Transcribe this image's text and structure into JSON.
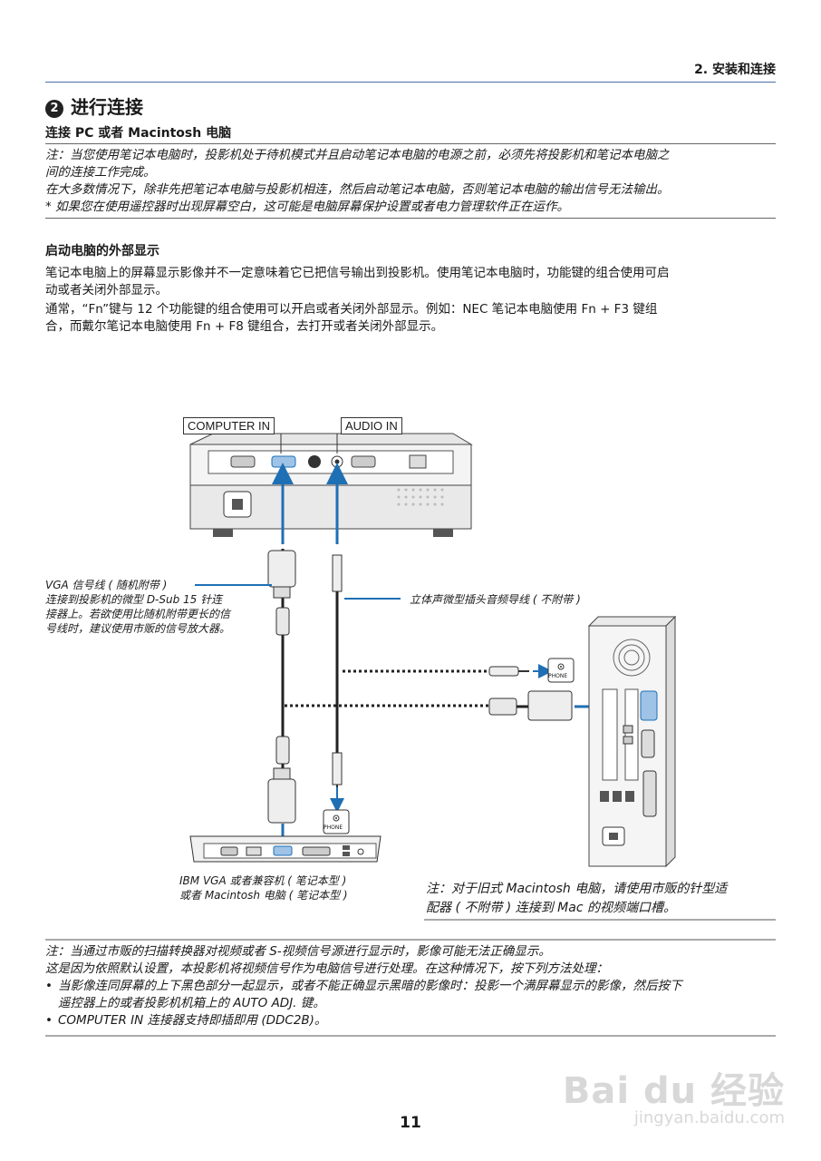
{
  "header": {
    "section": "2. 安装和连接"
  },
  "title": {
    "number": "2",
    "text": "进行连接"
  },
  "subtitle": "连接 PC 或者 Macintosh 电脑",
  "note1": [
    "注：当您使用笔记本电脑时，投影机处于待机模式并且启动笔记本电脑的电源之前，必须先将投影机和笔记本电脑之",
    "间的连接工作完成。",
    "在大多数情况下，除非先把笔记本电脑与投影机相连，然后启动笔记本电脑，否则笔记本电脑的输出信号无法输出。",
    "*  如果您在使用遥控器时出现屏幕空白，这可能是电脑屏幕保护设置或者电力管理软件正在运作。"
  ],
  "ext_display": {
    "heading": "启动电脑的外部显示",
    "para1": [
      "笔记本电脑上的屏幕显示影像并不一定意味着它已把信号输出到投影机。使用笔记本电脑时，功能键的组合使用可启",
      "动或者关闭外部显示。"
    ],
    "para2": [
      "通常，“Fn”键与 12 个功能键的组合使用可以开启或者关闭外部显示。例如：NEC 笔记本电脑使用 Fn + F3 键组",
      "合，而戴尔笔记本电脑使用 Fn + F8 键组合，去打开或者关闭外部显示。"
    ]
  },
  "diagram": {
    "computer_in": "COMPUTER IN",
    "audio_in": "AUDIO IN",
    "vga_label": [
      "VGA 信号线 ( 随机附带 )",
      "连接到投影机的微型 D-Sub 15 针连",
      "接器上。若欲使用比随机附带更长的信",
      "号线时，建议使用市贩的信号放大器。"
    ],
    "audio_label": "立体声微型插头音频导线 ( 不附带 )",
    "phone_label": "PHONE",
    "laptop_label": [
      "IBM VGA 或者兼容机 ( 笔记本型 )",
      "或者 Macintosh 电脑 ( 笔记本型 )"
    ],
    "mac_note": [
      "注：对于旧式 Macintosh 电脑，请使用市贩的针型适",
      "配器 ( 不附带 ) 连接到 Mac 的视频端口槽。"
    ]
  },
  "note2": [
    "注：当通过市贩的扫描转换器对视频或者 S-视频信号源进行显示时，影像可能无法正确显示。",
    "这是因为依照默认设置，本投影机将视频信号作为电脑信号进行处理。在这种情况下，按下列方法处理："
  ],
  "bullets": [
    [
      "当影像连同屏幕的上下黑色部分一起显示，或者不能正确显示黑暗的影像时：投影一个满屏幕显示的影像，然后按下",
      "遥控器上的或者投影机机箱上的 AUTO ADJ. 键。"
    ],
    [
      "COMPUTER IN 连接器支持即插即用 (DDC2B)。"
    ]
  ],
  "page_number": "11",
  "watermark": {
    "brand": "Bai du 经验",
    "url": "jingyan.baidu.com"
  },
  "colors": {
    "arrow_blue": "#1f6fb5",
    "rule": "#555555"
  }
}
